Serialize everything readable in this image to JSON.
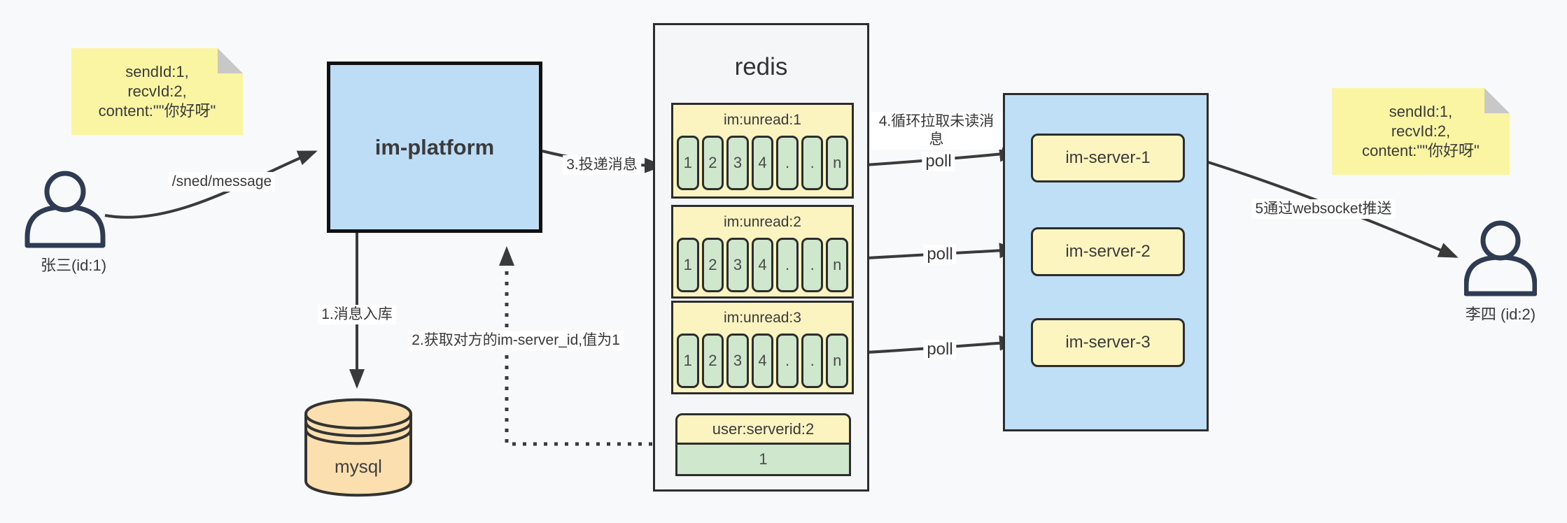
{
  "notes": {
    "left": {
      "line1": "sendId:1,",
      "line2": "recvId:2,",
      "line3": "content:\"\"你好呀\""
    },
    "right": {
      "line1": "sendId:1,",
      "line2": "recvId:2,",
      "line3": "content:\"\"你好呀\""
    }
  },
  "actors": {
    "sender": {
      "label": "张三(id:1)"
    },
    "receiver": {
      "label": "李四 (id:2)"
    }
  },
  "platform": {
    "label": "im-platform"
  },
  "database": {
    "label": "mysql"
  },
  "redis": {
    "title": "redis",
    "queues": [
      {
        "header": "im:unread:1",
        "cells": [
          "1",
          "2",
          "3",
          "4",
          ".",
          ".",
          "n"
        ]
      },
      {
        "header": "im:unread:2",
        "cells": [
          "1",
          "2",
          "3",
          "4",
          ".",
          ".",
          "n"
        ]
      },
      {
        "header": "im:unread:3",
        "cells": [
          "1",
          "2",
          "3",
          "4",
          ".",
          ".",
          "n"
        ]
      }
    ],
    "server_map": {
      "header": "user:serverid:2",
      "value": "1"
    }
  },
  "server_cluster": {
    "servers": [
      {
        "label": "im-server-1"
      },
      {
        "label": "im-server-2"
      },
      {
        "label": "im-server-3"
      }
    ]
  },
  "edge_labels": {
    "send": "/sned/message",
    "store": "1.消息入库",
    "lookup": "2.获取对方的im-server_id,值为1",
    "deliver": "3.投递消息",
    "poll_loop": "4.循环拉取未读消息",
    "poll_1": "poll",
    "poll_2": "poll",
    "poll_3": "poll",
    "push": "5通过websocket推送"
  },
  "colors": {
    "background": "#f8f9fa",
    "note_yellow": "#faf5a2",
    "pale_yellow": "#fbf3c0",
    "cell_green": "#cfe7cd",
    "box_blue": "#bddcf5",
    "container_gray": "#f5f6f7",
    "mysql_orange": "#fcdfae",
    "line_dark": "#3a3a3a",
    "person_navy": "#2f3b52"
  }
}
